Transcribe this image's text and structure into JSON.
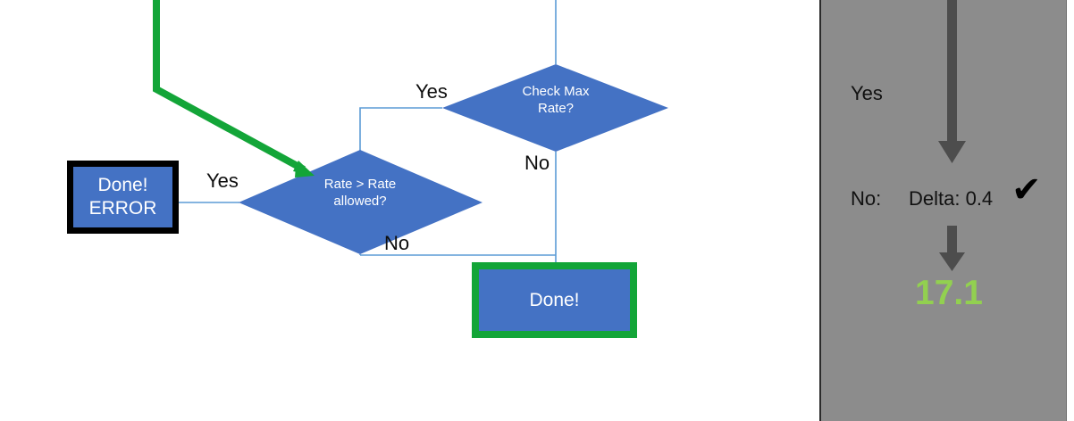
{
  "diagram": {
    "nodes": {
      "error_box": {
        "line1": "Done!",
        "line2": "ERROR"
      },
      "done_box": {
        "label": "Done!"
      },
      "rate_diamond": {
        "line1": "Rate > Rate",
        "line2": "allowed?"
      },
      "max_rate_diamond": {
        "line1": "Check Max",
        "line2": "Rate?"
      }
    },
    "edge_labels": {
      "yes_to_error": "Yes",
      "yes_from_max_rate": "Yes",
      "no_from_max_rate": "No",
      "no_from_rate": "No"
    },
    "colors": {
      "node_fill": "#4472C4",
      "error_border": "#000000",
      "done_border": "#13A538",
      "connector": "#5B9BD5",
      "green_arrow": "#13A538",
      "text_light": "#FFFFFF",
      "text_dark": "#0D0D0D"
    }
  },
  "panel": {
    "background": "#8C8C8C",
    "yes_label": "Yes",
    "no_label": "No:",
    "delta_label": "Delta: 0.4",
    "check_mark": "✔",
    "result_value": "17.1",
    "result_color": "#92D050",
    "arrow_color": "#4D4D4D"
  }
}
